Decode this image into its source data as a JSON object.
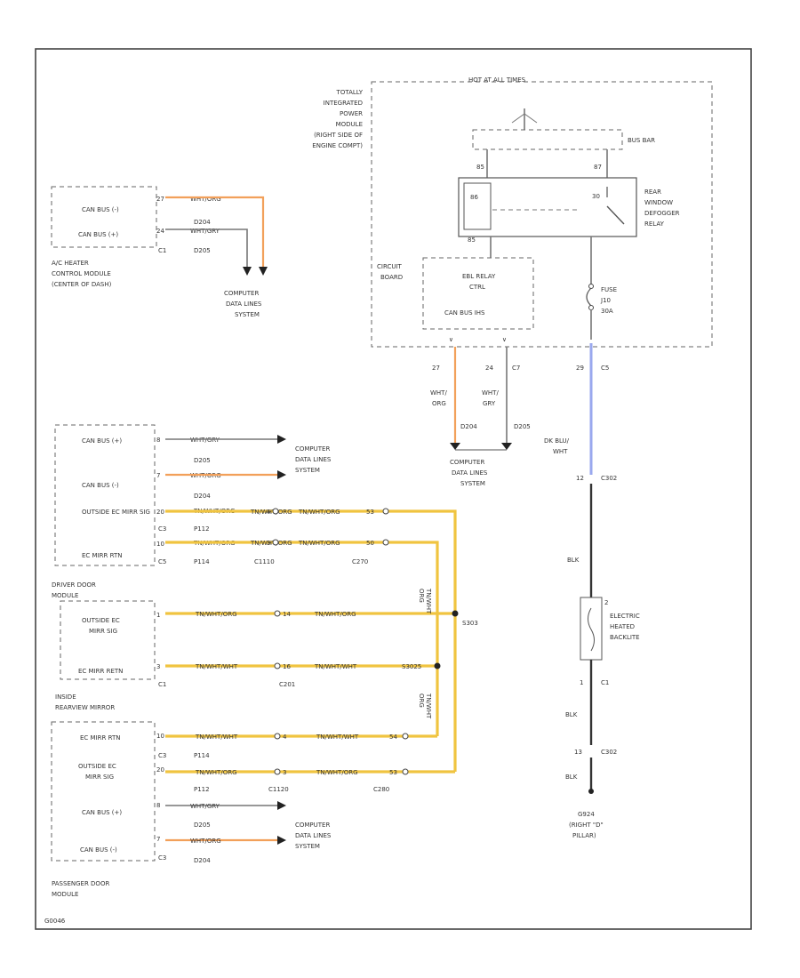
{
  "diagram_id": "G0046",
  "tipm": {
    "title_lines": [
      "TOTALLY",
      "INTEGRATED",
      "POWER",
      "MODULE",
      "(RIGHT SIDE OF",
      "ENGINE COMPT)"
    ],
    "hot_label": "HOT AT ALL TIMES",
    "bus_bar": "BUS BAR",
    "relay_lines": [
      "REAR",
      "WINDOW",
      "DEFOGGER",
      "RELAY"
    ],
    "circuit_board": [
      "CIRCUIT",
      "BOARD"
    ],
    "ebl_ctrl": [
      "EBL RELAY",
      "CTRL"
    ],
    "can_bus_ihs": "CAN BUS IHS",
    "fuse_lines": [
      "FUSE",
      "J10",
      "30A"
    ],
    "relay_pins": {
      "p85": "85",
      "p86": "86",
      "p30": "30",
      "p87": "87"
    }
  },
  "hvac": {
    "rows": [
      {
        "label": "CAN BUS (-)",
        "pin": "27",
        "wire": "WHT/ORG",
        "conn": "D204"
      },
      {
        "label": "CAN BUS (+)",
        "pin": "24",
        "wire": "WHT/GRY",
        "conn": "D205"
      }
    ],
    "connector": "C1",
    "name_lines": [
      "A/C HEATER",
      "CONTROL MODULE",
      "(CENTER OF DASH)"
    ],
    "dest_lines": [
      "COMPUTER",
      "DATA LINES",
      "SYSTEM"
    ]
  },
  "tipm_out": {
    "pin27": "27",
    "wire27_lines": [
      "WHT/",
      "ORG"
    ],
    "conn27": "D204",
    "pin24": "24",
    "wire24_lines": [
      "WHT/",
      "GRY"
    ],
    "conn24": "D205",
    "c7": "C7",
    "pin_fuse": "29",
    "c5": "C5",
    "dest_lines": [
      "COMPUTER",
      "DATA LINES",
      "SYSTEM"
    ],
    "dkblu_lines": [
      "DK BLU/",
      "WHT"
    ]
  },
  "driver_door": {
    "rows": [
      {
        "label": "CAN BUS (+)",
        "pin": "8",
        "wire": "WHT/GRY",
        "conn": "D205"
      },
      {
        "label": "CAN BUS (-)",
        "pin": "7",
        "wire": "WHT/ORG",
        "conn": "D204"
      },
      {
        "label": "OUTSIDE EC MIRR SIG",
        "pin": "20",
        "wire": "TN/WHT/ORG",
        "conn": "P112"
      },
      {
        "label": "EC MIRR RTN",
        "pin": "10",
        "wire": "TN/WHT/ORG",
        "conn": "P114"
      }
    ],
    "c3": "C3",
    "c5": "C5",
    "c1110": "C1110",
    "c270": "C270",
    "pin_a": "4",
    "pin_b": "3",
    "pin_c": "53",
    "pin_d": "50",
    "name_lines": [
      "DRIVER DOOR",
      "MODULE"
    ],
    "dest_lines": [
      "COMPUTER",
      "DATA LINES",
      "SYSTEM"
    ]
  },
  "mirror": {
    "rows": [
      {
        "label": "OUTSIDE EC MIRR SIG",
        "pin": "1",
        "wire": "TN/WHT/ORG",
        "wire2": "TN/WHT/ORG"
      },
      {
        "label": "EC MIRR RETN",
        "pin": "3",
        "wire": "TN/WHT/WHT",
        "wire2": "TN/WHT/WHT"
      }
    ],
    "c1": "C1",
    "c201": "C201",
    "pin_a": "14",
    "pin_b": "16",
    "s_upper": "S303",
    "s_lower": "S3025",
    "name_lines": [
      "INSIDE",
      "REARVIEW MIRROR"
    ],
    "vert_wire_lines": [
      "TN/WHT",
      "ORG"
    ]
  },
  "pass_door": {
    "rows": [
      {
        "label": "EC MIRR RTN",
        "pin": "10",
        "wire": "TN/WHT/WHT",
        "conn": "P114"
      },
      {
        "label": "OUTSIDE EC MIRR SIG",
        "pin": "20",
        "wire": "TN/WHT/ORG",
        "conn": "P112"
      },
      {
        "label": "CAN BUS (+)",
        "pin": "8",
        "wire": "WHT/GRY",
        "conn": "D205"
      },
      {
        "label": "CAN BUS (-)",
        "pin": "7",
        "wire": "WHT/ORG",
        "conn": "D204"
      }
    ],
    "c3": "C3",
    "c1120": "C1120",
    "c280": "C280",
    "pin_a": "4",
    "pin_b": "3",
    "pin_c": "54",
    "pin_d": "53",
    "name_lines": [
      "PASSENGER DOOR",
      "MODULE"
    ],
    "dest_lines": [
      "COMPUTER",
      "DATA LINES",
      "SYSTEM"
    ]
  },
  "backlite": {
    "pin_top": "12",
    "conn_top": "C302",
    "wire_blk": "BLK",
    "pin_2": "2",
    "pin_1": "1",
    "conn_c1": "C1",
    "name_lines": [
      "ELECTRIC",
      "HEATED",
      "BACKLITE"
    ],
    "pin_13": "13",
    "conn_bottom": "C302",
    "ground_lines": [
      "G924",
      "(RIGHT \"D\"",
      "PILLAR)"
    ]
  }
}
